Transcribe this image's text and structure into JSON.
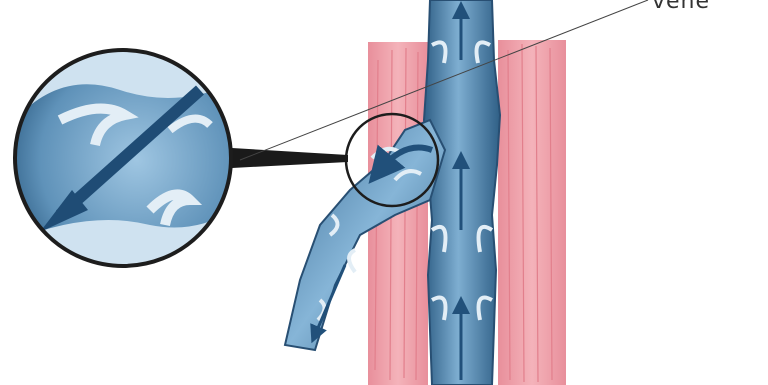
{
  "diagram": {
    "corner_label": "vene",
    "colors": {
      "vein_dark": "#2f5f86",
      "vein_mid": "#5a8db4",
      "vein_light": "#9cc3df",
      "valve": "#e3eef6",
      "muscle": "#f0a3ab",
      "muscle_stripe": "#e27f8c",
      "arrow": "#21507a",
      "leader_line": "#444444"
    },
    "icons": [
      "magnifier-circle",
      "flow-arrow-up",
      "flow-arrow-down"
    ]
  }
}
